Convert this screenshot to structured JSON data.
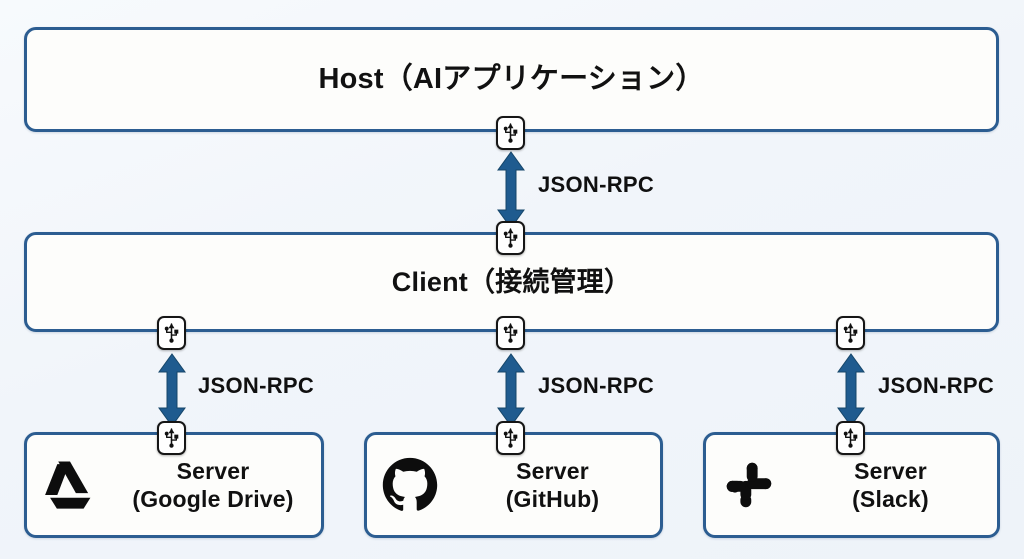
{
  "diagram": {
    "title_visible": false,
    "background_color": "#f3f7fb",
    "accent_color": "#2c5d91",
    "arrow_color": "#1f5b8f",
    "node_border_color": "#2c5d91",
    "node_fill_color": "#fdfdfb",
    "text_color": "#111111"
  },
  "nodes": {
    "host": {
      "label": "Host（AIアプリケーション）",
      "connector_icon": "usb-icon"
    },
    "client": {
      "label": "Client（接続管理）",
      "connector_icon": "usb-icon"
    },
    "servers": [
      {
        "label_line1": "Server",
        "label_line2": "(Google Drive)",
        "logo_icon": "google-drive-icon",
        "connector_icon": "usb-icon"
      },
      {
        "label_line1": "Server",
        "label_line2": "(GitHub)",
        "logo_icon": "github-icon",
        "connector_icon": "usb-icon"
      },
      {
        "label_line1": "Server",
        "label_line2": "(Slack)",
        "logo_icon": "slack-icon",
        "connector_icon": "usb-icon"
      }
    ]
  },
  "edges": [
    {
      "id": "host-client",
      "label": "JSON-RPC",
      "from": "host",
      "to": "client",
      "arrow": "double-headed-vertical"
    },
    {
      "id": "client-server-drive",
      "label": "JSON-RPC",
      "from": "client",
      "to": "server-google-drive",
      "arrow": "double-headed-vertical"
    },
    {
      "id": "client-server-github",
      "label": "JSON-RPC",
      "from": "client",
      "to": "server-github",
      "arrow": "double-headed-vertical"
    },
    {
      "id": "client-server-slack",
      "label": "JSON-RPC",
      "from": "client",
      "to": "server-slack",
      "arrow": "double-headed-vertical"
    }
  ]
}
